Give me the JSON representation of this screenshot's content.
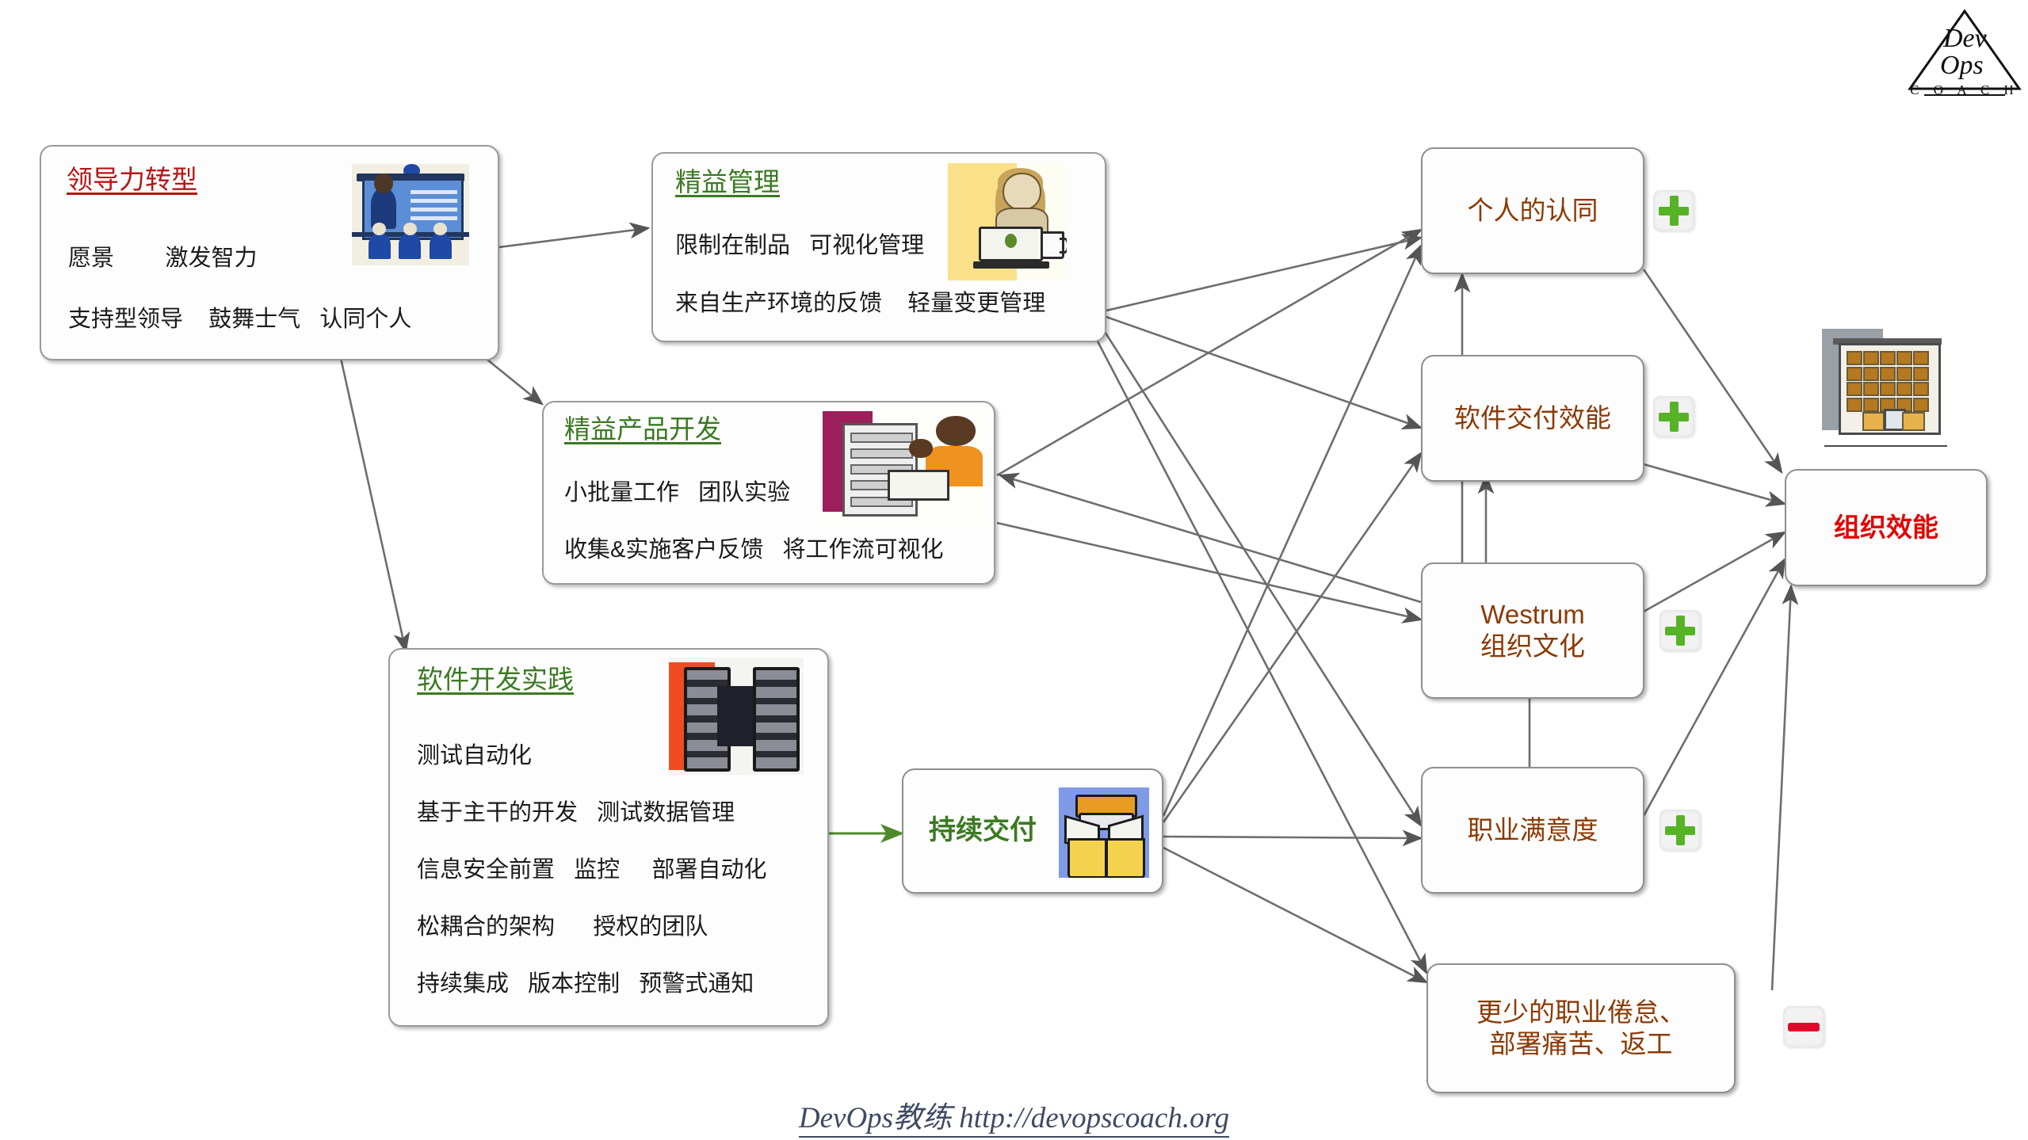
{
  "logo": {
    "line1": "Dev",
    "line2": "Ops",
    "line3": "C O A C H",
    "name": "devops-coach-logo"
  },
  "footer": {
    "text": "DevOps教练 http://devopscoach.org"
  },
  "colors": {
    "title_red": "#b61616",
    "title_green": "#3b7a22",
    "node_text": "#8b3a05",
    "org_red": "#e20505",
    "plus_green": "#56b326",
    "minus_red": "#e2082a",
    "edge_gray": "#6e6e6e",
    "card_border": "#9a9a9a"
  },
  "practice_cards": [
    {
      "id": "leadership",
      "title": "领导力转型",
      "title_color": "red",
      "icon": "presentation-training-icon",
      "lines": [
        "愿景        激发智力",
        "支持型领导    鼓舞士气   认同个人"
      ]
    },
    {
      "id": "lean-management",
      "title": "精益管理",
      "title_color": "green",
      "icon": "woman-at-laptop-icon",
      "lines": [
        "限制在制品   可视化管理",
        "来自生产环境的反馈    轻量变更管理"
      ]
    },
    {
      "id": "lean-product-development",
      "title": "精益产品开发",
      "title_color": "green",
      "icon": "server-rack-person-icon",
      "lines": [
        "小批量工作   团队实验",
        "收集&实施客户反馈   将工作流可视化"
      ]
    },
    {
      "id": "software-delivery-practices",
      "title": "软件开发实践",
      "title_color": "green",
      "icon": "bellows-icon",
      "lines": [
        "测试自动化",
        "基于主干的开发   测试数据管理",
        "信息安全前置   监控     部署自动化",
        "松耦合的架构      授权的团队",
        "持续集成   版本控制   预警式通知"
      ]
    }
  ],
  "continuous_delivery": {
    "id": "continuous-delivery",
    "label": "持续交付",
    "icon": "open-package-icon"
  },
  "outcome_nodes": [
    {
      "id": "identity",
      "label": "个人的认同",
      "badge": "plus"
    },
    {
      "id": "delivery-performance",
      "label": "软件交付效能",
      "badge": "plus"
    },
    {
      "id": "westrum-culture",
      "label": "Westrum\n组织文化",
      "badge": "plus"
    },
    {
      "id": "job-satisfaction",
      "label": "职业满意度",
      "badge": "plus"
    },
    {
      "id": "less-burnout",
      "label": "更少的职业倦怠、\n部署痛苦、返工",
      "badge": "minus"
    }
  ],
  "org_node": {
    "id": "organizational-performance",
    "label": "组织效能",
    "icon": "office-building-icon"
  },
  "edges": [
    {
      "from": "leadership",
      "to": "lean-management"
    },
    {
      "from": "leadership",
      "to": "lean-product-development"
    },
    {
      "from": "leadership",
      "to": "software-delivery-practices"
    },
    {
      "from": "software-delivery-practices",
      "to": "continuous-delivery"
    },
    {
      "from": "lean-management",
      "to": "identity"
    },
    {
      "from": "lean-management",
      "to": "delivery-performance"
    },
    {
      "from": "lean-management",
      "to": "job-satisfaction"
    },
    {
      "from": "lean-management",
      "to": "less-burnout"
    },
    {
      "from": "lean-product-development",
      "to": "identity"
    },
    {
      "from": "lean-product-development",
      "to": "westrum-culture"
    },
    {
      "from": "continuous-delivery",
      "to": "identity"
    },
    {
      "from": "continuous-delivery",
      "to": "delivery-performance"
    },
    {
      "from": "continuous-delivery",
      "to": "job-satisfaction"
    },
    {
      "from": "continuous-delivery",
      "to": "less-burnout"
    },
    {
      "from": "westrum-culture",
      "to": "identity"
    },
    {
      "from": "westrum-culture",
      "to": "delivery-performance"
    },
    {
      "from": "westrum-culture",
      "to": "job-satisfaction"
    },
    {
      "from": "westrum-culture",
      "to": "lean-product-development"
    },
    {
      "from": "delivery-performance",
      "to": "organizational-performance"
    },
    {
      "from": "identity",
      "to": "organizational-performance"
    },
    {
      "from": "westrum-culture",
      "to": "organizational-performance"
    },
    {
      "from": "job-satisfaction",
      "to": "organizational-performance"
    },
    {
      "from": "less-burnout",
      "to": "organizational-performance"
    }
  ]
}
